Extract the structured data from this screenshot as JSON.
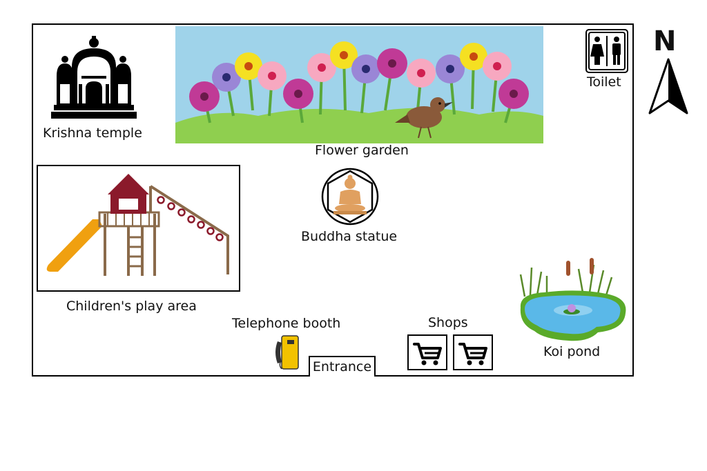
{
  "map": {
    "compass": {
      "letter": "N"
    },
    "locations": {
      "krishna_temple": {
        "label": "Krishna temple",
        "icon": "temple-icon"
      },
      "flower_garden": {
        "label": "Flower garden",
        "icon": "flower-garden-picture"
      },
      "toilet": {
        "label": "Toilet",
        "icon": "toilet-icon"
      },
      "childrens_play_area": {
        "label": "Children's play area",
        "icon": "playground-icon"
      },
      "buddha_statue": {
        "label": "Buddha statue",
        "icon": "buddha-icon"
      },
      "telephone_booth": {
        "label": "Telephone booth",
        "icon": "telephone-icon"
      },
      "shops": {
        "label": "Shops",
        "icon": "shopping-cart-icon"
      },
      "koi_pond": {
        "label": "Koi pond",
        "icon": "pond-icon"
      },
      "entrance": {
        "label": "Entrance"
      }
    },
    "colors": {
      "sky": "#9fd3ea",
      "grass": "#8fcf4f",
      "slide": "#f0a010",
      "playhouse": "#8b1a2b",
      "wood": "#8a6a4a",
      "pond_water": "#5ab8e8",
      "phone": "#f2c200"
    }
  }
}
